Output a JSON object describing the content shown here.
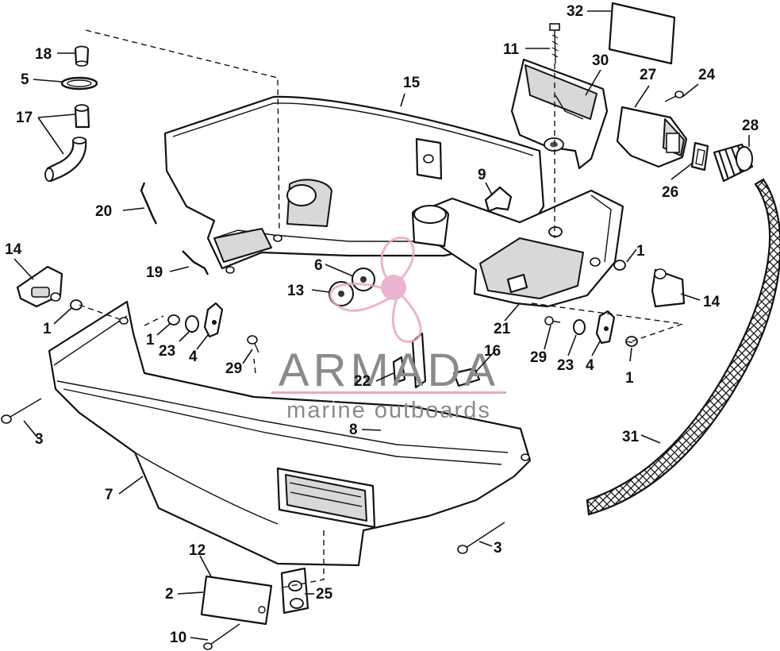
{
  "watermark": {
    "brand": "ARMADA",
    "tagline": "marine outboards",
    "accent_color": "#e8a6c8",
    "text_color": "#8a8a8a"
  },
  "callouts": [
    {
      "id": "c-32",
      "text": "32"
    },
    {
      "id": "c-11",
      "text": "11"
    },
    {
      "id": "c-30",
      "text": "30"
    },
    {
      "id": "c-27",
      "text": "27"
    },
    {
      "id": "c-24",
      "text": "24"
    },
    {
      "id": "c-28",
      "text": "28"
    },
    {
      "id": "c-26",
      "text": "26"
    },
    {
      "id": "c-18",
      "text": "18"
    },
    {
      "id": "c-5",
      "text": "5"
    },
    {
      "id": "c-17",
      "text": "17"
    },
    {
      "id": "c-15",
      "text": "15"
    },
    {
      "id": "c-9",
      "text": "9"
    },
    {
      "id": "c-20",
      "text": "20"
    },
    {
      "id": "c-14a",
      "text": "14"
    },
    {
      "id": "c-19",
      "text": "19"
    },
    {
      "id": "c-6",
      "text": "6"
    },
    {
      "id": "c-13",
      "text": "13"
    },
    {
      "id": "c-1a",
      "text": "1"
    },
    {
      "id": "c-1b",
      "text": "1"
    },
    {
      "id": "c-1c",
      "text": "1"
    },
    {
      "id": "c-14b",
      "text": "14"
    },
    {
      "id": "c-21",
      "text": "21"
    },
    {
      "id": "c-23a",
      "text": "23"
    },
    {
      "id": "c-4a",
      "text": "4"
    },
    {
      "id": "c-29a",
      "text": "29"
    },
    {
      "id": "c-16",
      "text": "16"
    },
    {
      "id": "c-29b",
      "text": "29"
    },
    {
      "id": "c-23b",
      "text": "23"
    },
    {
      "id": "c-4b",
      "text": "4"
    },
    {
      "id": "c-1d",
      "text": "1"
    },
    {
      "id": "c-22",
      "text": "22"
    },
    {
      "id": "c-3a",
      "text": "3"
    },
    {
      "id": "c-8",
      "text": "8"
    },
    {
      "id": "c-31",
      "text": "31"
    },
    {
      "id": "c-7",
      "text": "7"
    },
    {
      "id": "c-3b",
      "text": "3"
    },
    {
      "id": "c-12",
      "text": "12"
    },
    {
      "id": "c-2",
      "text": "2"
    },
    {
      "id": "c-25",
      "text": "25"
    },
    {
      "id": "c-10",
      "text": "10"
    }
  ]
}
